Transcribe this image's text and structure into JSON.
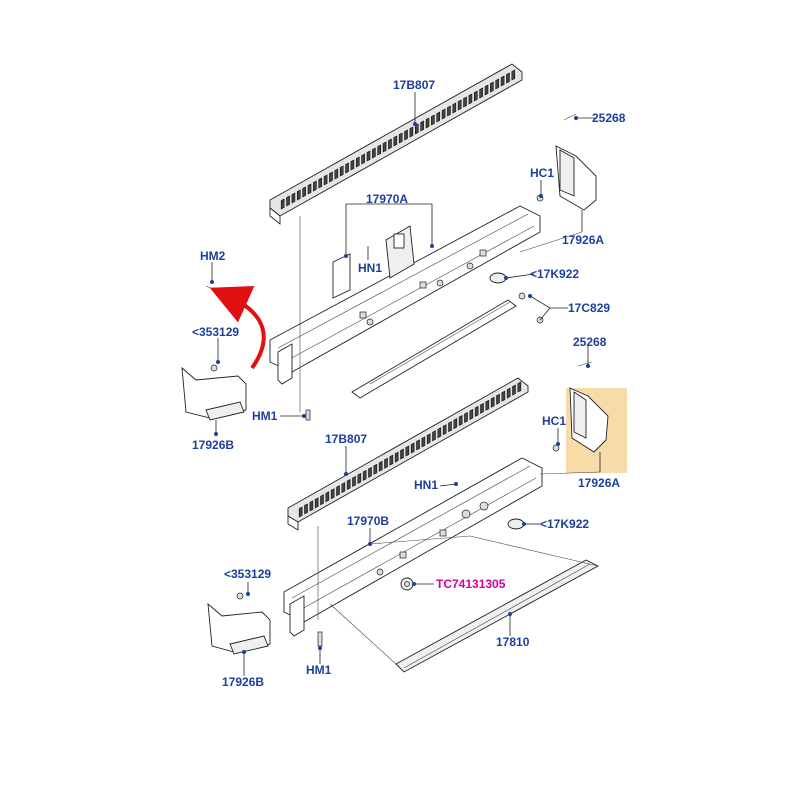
{
  "labels": {
    "top_step_pad": "17B807",
    "top_bracket": "17970A",
    "top_right_nut": "25268",
    "top_right_clip": "HC1",
    "top_right_end": "17926A",
    "top_hn1": "HN1",
    "top_cap": "<17K922",
    "top_strip": "17C829",
    "left_hm2": "HM2",
    "left_clip": "<353129",
    "left_end": "17926B",
    "left_hm1": "HM1",
    "mid_nut": "25268",
    "mid_clip": "HC1",
    "mid_end": "17926A",
    "bottom_step_pad": "17B807",
    "bottom_hn1": "HN1",
    "bottom_bracket": "17970B",
    "bottom_cap": "<17K922",
    "bottom_clip": "<353129",
    "highlight_part": "TC74131305",
    "bottom_end": "17926B",
    "bottom_strip": "17810",
    "bottom_hm1": "HM1"
  },
  "colors": {
    "label": "#1c3f9e",
    "highlight_label": "#d4009a",
    "highlight_box": "#f7dcaa",
    "arrow": "#e01010"
  }
}
